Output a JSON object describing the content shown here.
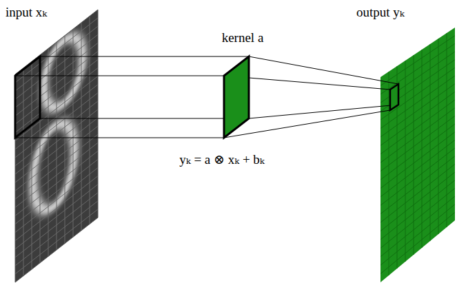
{
  "diagram": {
    "labels": [
      "input xₖ",
      "kernel a",
      "yₖ = a ⊗ xₖ + bₖ",
      "output yₖ"
    ]
  }
}
